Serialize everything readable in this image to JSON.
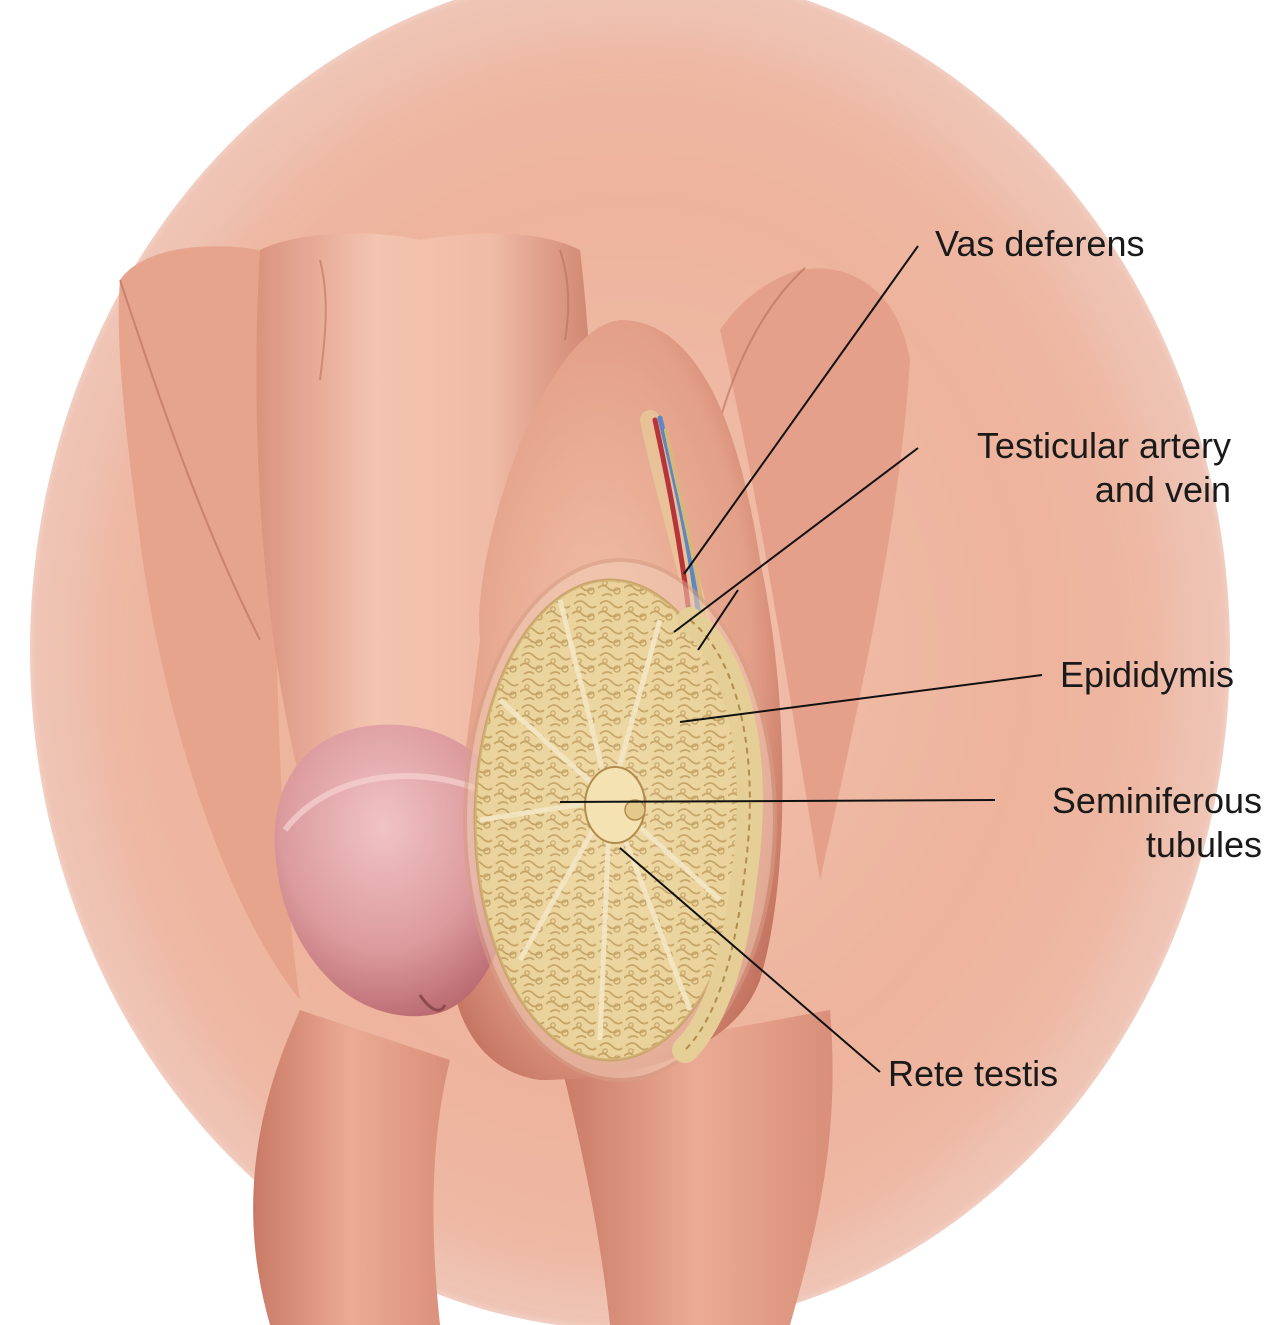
{
  "labels": {
    "vas_deferens": "Vas deferens",
    "testicular_artery_line1": "Testicular artery",
    "testicular_artery_line2": "and vein",
    "epididymis": "Epididymis",
    "seminiferous_line1": "Seminiferous",
    "seminiferous_line2": "tubules",
    "rete_testis": "Rete testis"
  },
  "colors": {
    "skin_light": "#f5c6b3",
    "skin_mid": "#e9a48c",
    "skin_dark": "#c87563",
    "glans": "#e3a3a6",
    "tubules": "#e8d29c",
    "tubule_outline": "#b08a4a",
    "artery": "#b8343c",
    "vein": "#5c86c4",
    "leader_line": "#111111"
  }
}
